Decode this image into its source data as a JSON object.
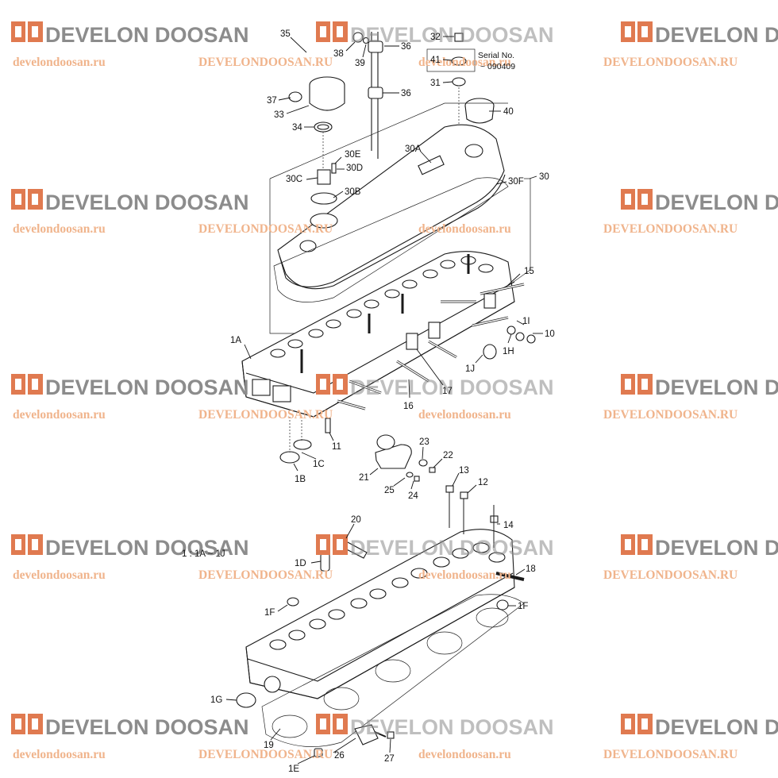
{
  "watermark": {
    "brand": "DEVELON DOOSAN",
    "url_lower": "develondoosan.ru",
    "url_upper": "DEVELONDOOSAN.RU",
    "logo_color": "#e07a50",
    "brand_color": "#8c8c8c",
    "url_color": "#f0b48c"
  },
  "callouts": {
    "c35": "35",
    "c38": "38",
    "c39": "39",
    "c36a": "36",
    "c36b": "36",
    "c32": "32",
    "c41": "41",
    "c31": "31",
    "c40": "40",
    "c37": "37",
    "c33": "33",
    "c34": "34",
    "c30E": "30E",
    "c30D": "30D",
    "c30C": "30C",
    "c30B": "30B",
    "c30A": "30A",
    "c30F": "30F",
    "c30": "30",
    "c15": "15",
    "c1I": "1I",
    "c10": "10",
    "c1H": "1H",
    "c1A": "1A",
    "c1J": "1J",
    "c17": "17",
    "c16": "16",
    "c11": "11",
    "c1C": "1C",
    "c1B": "1B",
    "c23": "23",
    "c22": "22",
    "c21": "21",
    "c25": "25",
    "c24": "24",
    "c13": "13",
    "c12": "12",
    "c14": "14",
    "c20": "20",
    "c1D": "1D",
    "c18": "18",
    "c1F_left": "1F",
    "c1F_right": "1F",
    "c1G": "1G",
    "c19": "19",
    "c26": "26",
    "c27": "27",
    "c1E": "1E"
  },
  "serial": {
    "label": "Serial No.",
    "value": "~ 090409"
  },
  "ratio_note": "1 : 1A ~ 1J"
}
